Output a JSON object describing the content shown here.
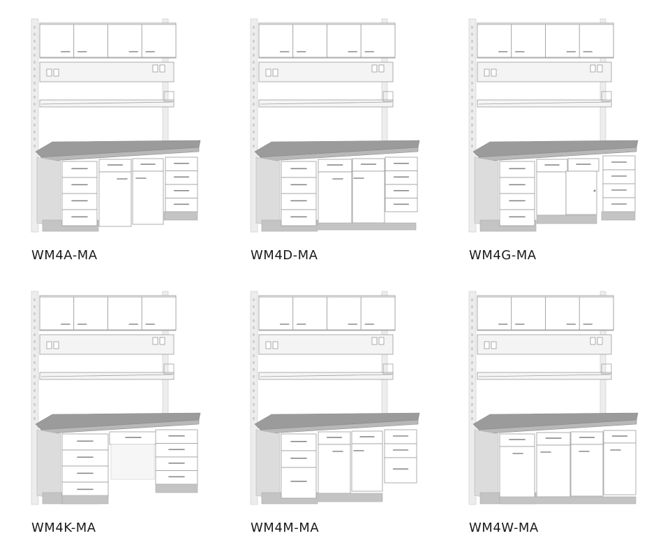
{
  "products": [
    {
      "model": "WM4A-MA",
      "variant": "A"
    },
    {
      "model": "WM4D-MA",
      "variant": "D"
    },
    {
      "model": "WM4G-MA",
      "variant": "G"
    },
    {
      "model": "WM4K-MA",
      "variant": "K"
    },
    {
      "model": "WM4M-MA",
      "variant": "M"
    },
    {
      "model": "WM4W-MA",
      "variant": "W"
    }
  ],
  "colors": {
    "cabinet_white": "#ffffff",
    "cabinet_edge": "#9a9a9a",
    "frame_light": "#ededed",
    "frame_mid": "#dcdcdc",
    "countertop": "#9b9b9b",
    "countertop_front": "#b8b8b8",
    "plinth": "#c4c4c4",
    "handle": "#8a8a8a",
    "label_text": "#1a1a1a"
  }
}
